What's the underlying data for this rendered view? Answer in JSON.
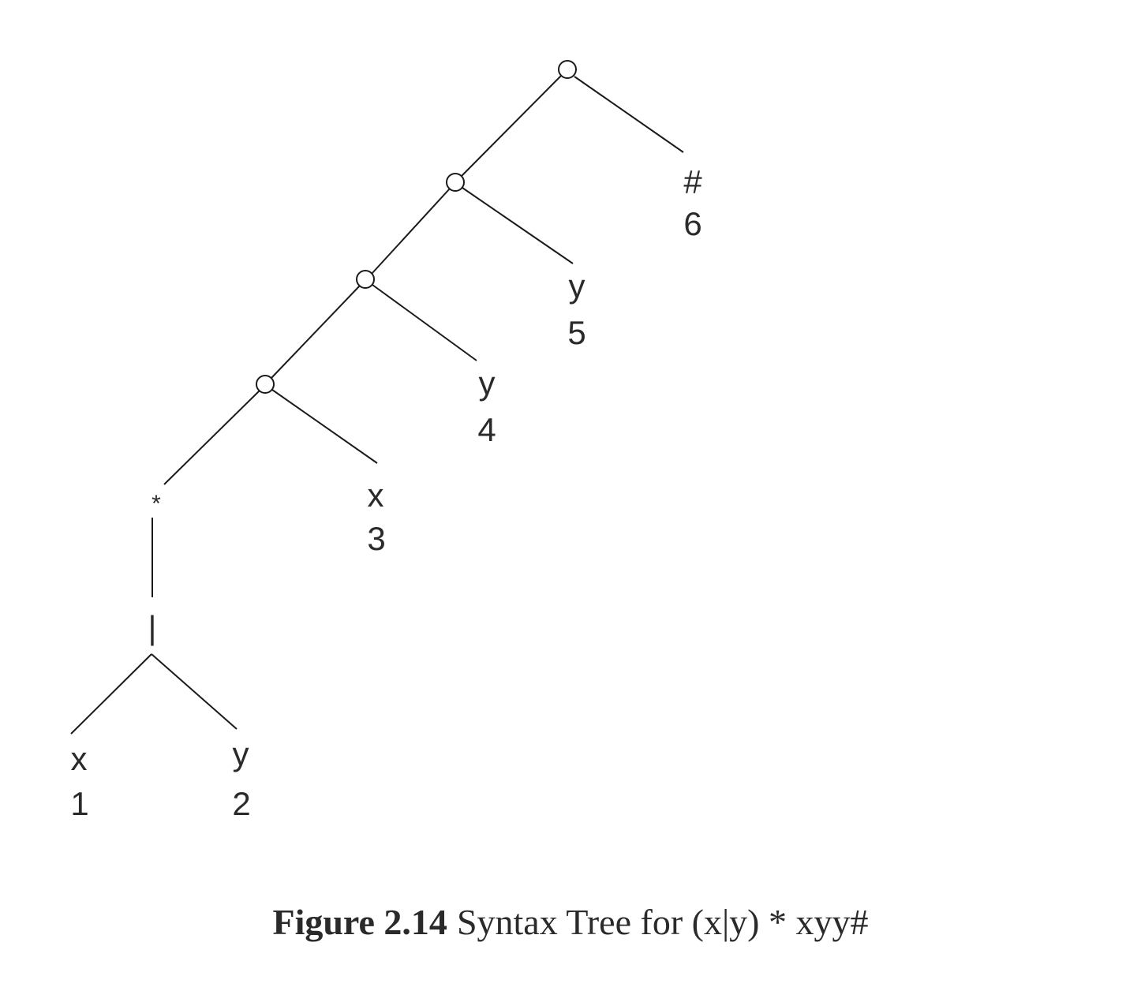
{
  "diagram": {
    "concat_nodes": 4,
    "star_operator": "*",
    "union_operator": "|",
    "leaves": [
      {
        "symbol": "x",
        "position": "1"
      },
      {
        "symbol": "y",
        "position": "2"
      },
      {
        "symbol": "x",
        "position": "3"
      },
      {
        "symbol": "y",
        "position": "4"
      },
      {
        "symbol": "y",
        "position": "5"
      },
      {
        "symbol": "#",
        "position": "6"
      }
    ]
  },
  "caption": {
    "label": "Figure 2.14",
    "title": "Syntax Tree for (x|y) * xyy#"
  }
}
